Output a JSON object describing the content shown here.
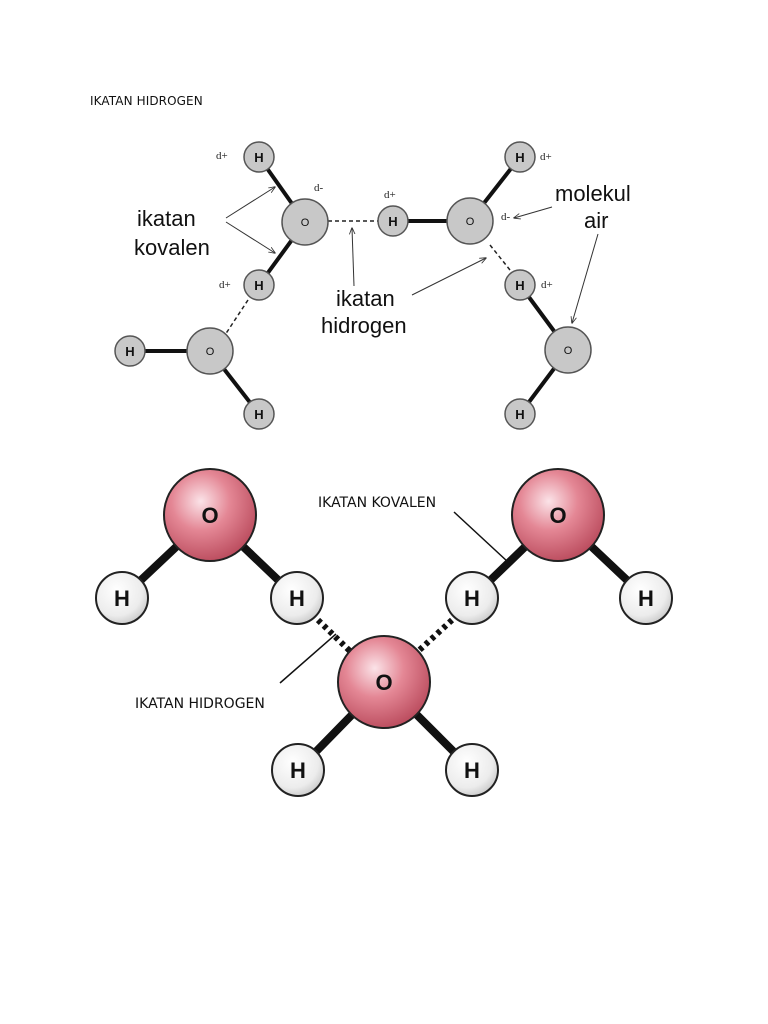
{
  "page": {
    "title": "IKATAN HIDROGEN"
  },
  "diagram1": {
    "labels": {
      "ikatan_kovalen_line1": "ikatan",
      "ikatan_kovalen_line2": "kovalen",
      "ikatan_hidrogen_line1": "ikatan",
      "ikatan_hidrogen_line2": "hidrogen",
      "molekul_air_line1": "molekul",
      "molekul_air_line2": "air"
    },
    "atoms": {
      "hydrogen": "H",
      "oxygen": "O"
    },
    "charges": {
      "delta_plus": "d+",
      "delta_minus": "d-"
    }
  },
  "diagram2": {
    "labels": {
      "ikatan_kovalen": "IKATAN KOVALEN",
      "ikatan_hidrogen": "IKATAN HIDROGEN"
    },
    "atoms": {
      "hydrogen": "H",
      "oxygen": "O"
    }
  },
  "colors": {
    "gray_atom": "#c8c8c8",
    "red_atom": "#dc7080",
    "white_atom": "#eeeeee"
  }
}
